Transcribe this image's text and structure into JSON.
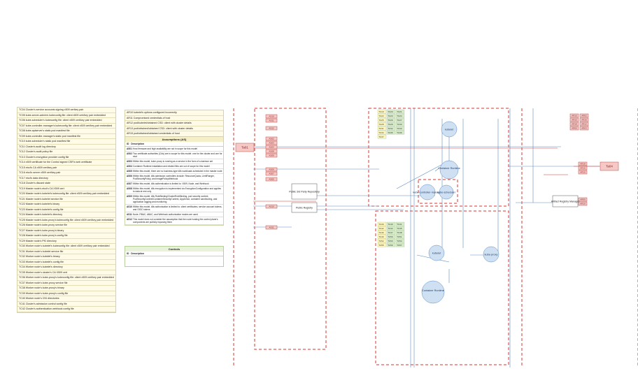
{
  "threats": [
    "TC04 Cluster's service accounts signing x509 certkey pair",
    "TC05 kube-server-admin's kubeconfig file: client x509 cert/key pair embedded",
    "TC06 kube-scheduler's kubeconfig file: client x509 cert/key pair embedded",
    "TC07 kube-controller-manager's kubeconfig file: client x509 cert/key pair embedded",
    "TC08 kube-apiserver's static pod manifest file",
    "TC09 kube-controller-manager's static pod manifest file",
    "TC10 kube-scheduler's static pod manifest file",
    "TC11 Cluster's audit log directory",
    "TC12 Cluster's audit policy file",
    "TC13 Cluster's encryption provider config file",
    "TC14 x509 certificate for the Control signed CSR's web certificate",
    "TC15 etcd's CA x509 cert/key pair",
    "TC16 etcd's server x509 cert/key pair",
    "TC17 etcd's data directory",
    "TC18 Cluster's discard state",
    "TC19 Master node's etcd's CA X509 cert",
    "TC20 Master node's kubelet's kubeconfig file: client x509 cert/key pair embedded",
    "TC21 Master node's kubelet service file",
    "TC22 Master node's kubelet's binary",
    "TC23 Master node's kubelet's config file",
    "TC24 Master node's kubelet's directory",
    "TC25 Master node's kube-proxy's kubeconfig file: client x509 cert/key pair embedded",
    "TC26 Master node's kube-proxy service file",
    "TC27 Master node's kube-proxy's binary",
    "TC28 Master node's kube-proxy's config file",
    "TC29 Master node's PKI directory",
    "TC30 Worker node's kubelet's kubeconfig file: client x509 cert/key pair embedded",
    "TC31 Worker node's kubelet service file",
    "TC32 Worker node's kubelet's binary",
    "TC33 Worker node's kubelet's config file",
    "TC34 Worker node's kubelet's directory",
    "TC35 Worker node's cluster's CA X509 cert",
    "TC36 Worker node's kube-proxy's kubeconfig file: client x509 cert/key pair embedded",
    "TC37 Worker node's kube-proxy service file",
    "TC38 Worker node's kube-proxy's binary",
    "TC39 Worker node's kube-proxy's config file",
    "TC40 Worker node's CNI directories",
    "TC41 Cluster's admission control config file",
    "TC42 Cluster's authentication webhook config file"
  ],
  "risks": [
    "AR10 kubelet's options configured incorrectly",
    "AR11 Compromised credentials of host",
    "AR12 pod/kubelet/obtained CSD: client with cluster details",
    "AR13 pod/obtained/obtained CSD: client with cluster details",
    "AR15 pod/obtained/obtained credentials of host"
  ],
  "assumptions": {
    "title": "Assumptions (AS)",
    "col_id": "ID",
    "col_desc": "Description",
    "rows": [
      {
        "id": "AS01",
        "text": "Host firmware and high availability are not in scope for this model"
      },
      {
        "id": "AS02",
        "text": "Two certificate authorities (CAs) are in scope for this model: one for the cluster and one for etcd"
      },
      {
        "id": "AS03",
        "text": "Within this model, kube-proxy is running as a service in the form of a daemon set"
      },
      {
        "id": "AS04",
        "text": "Container Runtime installation and related files are out of scope for this model"
      },
      {
        "id": "AS05",
        "text": "Within this model, there are no business-type k8s workloads scheduled in the master node"
      },
      {
        "id": "AS06",
        "text": "Within this model, k8s admission controllers include: ResourceQuota, LimitRanger, PodSecurityPolicy, and ImagePolicyWebhook"
      },
      {
        "id": "AS07",
        "text": "Within this model, k8s authentication is limited to: X509, Node, and Webhook"
      },
      {
        "id": "AS08",
        "text": "Within this model, k8s encryption is implemented via EncryptionConfiguration and applies to data at rest only"
      },
      {
        "id": "AS09",
        "text": "Within this model, k8s RoleBinding/ClusterRoleBinding, pod security context, PodSecurityContext/ContainerSecurityContext, AppArmor, container sandboxing, and application logging and monitoring"
      },
      {
        "id": "AS10",
        "text": "Within this model, k8s authorization is limited to: client certificates, service account tokens, and OIDC tokens"
      },
      {
        "id": "AS11",
        "text": "Node, RBAC, ABAC, and Webhook authorization modes are used"
      },
      {
        "id": "AS12",
        "text": "This model does not consider the assumption that the node hosting the control plane's components are publicly exposing them"
      }
    ]
  },
  "controls": {
    "title": "Controls",
    "col_id": "ID",
    "col_desc": "Description"
  },
  "diagram": {
    "left_actor": "Ta01",
    "right_actor": "Ta04",
    "left_labels": [
      "AS10",
      "AS11",
      "AS12",
      "AS02",
      "AS03",
      "AS04",
      "AS08",
      "AS09",
      "AS06",
      "AS07",
      "AS05"
    ],
    "right_labels_top": [
      "AR10",
      "AR02",
      "AR15",
      "AR16",
      "AR18",
      "AR12",
      "AR09",
      "AR03"
    ],
    "right_labels_mid": [
      "AR18",
      "AR16",
      "AR10"
    ],
    "right_labels_low": [
      "AR09",
      "AR10"
    ],
    "tc_top": [
      "TC19",
      "TC20",
      "TC21",
      "TC22",
      "TC23",
      "TC24",
      "TC25",
      "TC26",
      "TC27",
      "TC28",
      "TC29",
      "TC30",
      "TC31",
      "TC32",
      "TC33",
      "TC34",
      "TC35",
      "TC36",
      "TC37"
    ],
    "tc_bottom": [
      "TC39",
      "TC40",
      "TC41",
      "TC42",
      "TC44",
      "TC45",
      "TC46",
      "TC47",
      "TC48",
      "TC49",
      "TC50",
      "TC51",
      "TC52",
      "TC53",
      "TC54",
      "TC55",
      "TC56",
      "TC57"
    ],
    "nodes": {
      "kubelet_top": "kubelet",
      "container_runtime_top": "Container Runtime",
      "kube_controller": "kube-controller-manager",
      "kube_scheduler": "kube-scheduler",
      "kubelet_bottom": "kubelet",
      "kube_proxy": "kube-proxy",
      "container_runtime_bottom": "Container Runtime",
      "public_repo": "Public 3rd Party Repository",
      "public_registry": "Public Registry",
      "artifact_registry": "Artifact Registry Manager"
    },
    "accent_red": "#d9362f",
    "node_fill": "#cfe0f3",
    "label_fill": "#f6c9c6"
  }
}
